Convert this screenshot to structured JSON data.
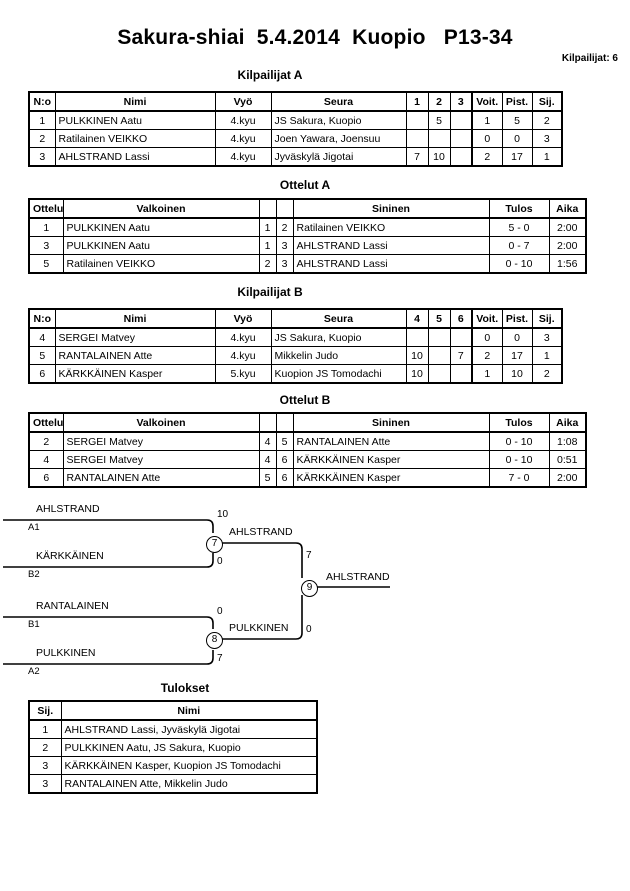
{
  "header": {
    "title": "Sakura-shiai  5.4.2014  Kuopio   P13-34",
    "entrant_count": "Kilpailijat: 6"
  },
  "pool_a": {
    "caption": "Kilpailijat A",
    "columns": [
      "N:o",
      "Nimi",
      "Vyö",
      "Seura",
      "1",
      "2",
      "3",
      "Voit.",
      "Pist.",
      "Sij."
    ],
    "rows": [
      {
        "no": "1",
        "name": "PULKKINEN Aatu",
        "belt": "4.kyu",
        "club": "JS Sakura, Kuopio",
        "m1": "",
        "m2": "5",
        "m3": "",
        "wins": "1",
        "points": "5",
        "rank": "2"
      },
      {
        "no": "2",
        "name": "Ratilainen VEIKKO",
        "belt": "4.kyu",
        "club": "Joen Yawara, Joensuu",
        "m1": "",
        "m2": "",
        "m3": "",
        "wins": "0",
        "points": "0",
        "rank": "3"
      },
      {
        "no": "3",
        "name": "AHLSTRAND Lassi",
        "belt": "4.kyu",
        "club": "Jyväskylä Jigotai",
        "m1": "7",
        "m2": "10",
        "m3": "",
        "wins": "2",
        "points": "17",
        "rank": "1"
      }
    ]
  },
  "matches_a": {
    "caption": "Ottelut A",
    "columns": [
      "Ottelu",
      "Valkoinen",
      "",
      "",
      "Sininen",
      "Tulos",
      "Aika"
    ],
    "rows": [
      {
        "match": "1",
        "white": "PULKKINEN Aatu",
        "white_no": "1",
        "blue_no": "2",
        "blue": "Ratilainen VEIKKO",
        "result": "5 - 0",
        "time": "2:00"
      },
      {
        "match": "3",
        "white": "PULKKINEN Aatu",
        "white_no": "1",
        "blue_no": "3",
        "blue": "AHLSTRAND Lassi",
        "result": "0 - 7",
        "time": "2:00"
      },
      {
        "match": "5",
        "white": "Ratilainen VEIKKO",
        "white_no": "2",
        "blue_no": "3",
        "blue": "AHLSTRAND Lassi",
        "result": "0 - 10",
        "time": "1:56"
      }
    ]
  },
  "pool_b": {
    "caption": "Kilpailijat B",
    "columns": [
      "N:o",
      "Nimi",
      "Vyö",
      "Seura",
      "4",
      "5",
      "6",
      "Voit.",
      "Pist.",
      "Sij."
    ],
    "rows": [
      {
        "no": "4",
        "name": "SERGEI Matvey",
        "belt": "4.kyu",
        "club": "JS Sakura, Kuopio",
        "m1": "",
        "m2": "",
        "m3": "",
        "wins": "0",
        "points": "0",
        "rank": "3"
      },
      {
        "no": "5",
        "name": "RANTALAINEN Atte",
        "belt": "4.kyu",
        "club": "Mikkelin Judo",
        "m1": "10",
        "m2": "",
        "m3": "7",
        "wins": "2",
        "points": "17",
        "rank": "1"
      },
      {
        "no": "6",
        "name": "KÄRKKÄINEN Kasper",
        "belt": "5.kyu",
        "club": "Kuopion JS Tomodachi",
        "m1": "10",
        "m2": "",
        "m3": "",
        "wins": "1",
        "points": "10",
        "rank": "2"
      }
    ]
  },
  "matches_b": {
    "caption": "Ottelut B",
    "columns": [
      "Ottelu",
      "Valkoinen",
      "",
      "",
      "Sininen",
      "Tulos",
      "Aika"
    ],
    "rows": [
      {
        "match": "2",
        "white": "SERGEI Matvey",
        "white_no": "4",
        "blue_no": "5",
        "blue": "RANTALAINEN Atte",
        "result": "0 - 10",
        "time": "1:08"
      },
      {
        "match": "4",
        "white": "SERGEI Matvey",
        "white_no": "4",
        "blue_no": "6",
        "blue": "KÄRKKÄINEN Kasper",
        "result": "0 - 10",
        "time": "0:51"
      },
      {
        "match": "6",
        "white": "RANTALAINEN Atte",
        "white_no": "5",
        "blue_no": "6",
        "blue": "KÄRKKÄINEN Kasper",
        "result": "7 - 0",
        "time": "2:00"
      }
    ]
  },
  "bracket": {
    "semifinal_1": {
      "number": "7",
      "top": {
        "name": "AHLSTRAND",
        "seed": "A1",
        "score": "10"
      },
      "bottom": {
        "name": "KÄRKKÄINEN",
        "seed": "B2",
        "score": "0"
      },
      "winner": "AHLSTRAND"
    },
    "semifinal_2": {
      "number": "8",
      "top": {
        "name": "RANTALAINEN",
        "seed": "B1",
        "score": "0"
      },
      "bottom": {
        "name": "PULKKINEN",
        "seed": "A2",
        "score": "7"
      },
      "winner": "PULKKINEN"
    },
    "final": {
      "number": "9",
      "top_score": "7",
      "bottom_score": "0",
      "winner": "AHLSTRAND"
    }
  },
  "results": {
    "caption": "Tulokset",
    "columns": [
      "Sij.",
      "Nimi"
    ],
    "rows": [
      {
        "rank": "1",
        "name": "AHLSTRAND Lassi, Jyväskylä Jigotai"
      },
      {
        "rank": "2",
        "name": "PULKKINEN Aatu, JS Sakura, Kuopio"
      },
      {
        "rank": "3",
        "name": "KÄRKKÄINEN Kasper, Kuopion JS Tomodachi"
      },
      {
        "rank": "3",
        "name": "RANTALAINEN Atte, Mikkelin Judo"
      }
    ]
  }
}
